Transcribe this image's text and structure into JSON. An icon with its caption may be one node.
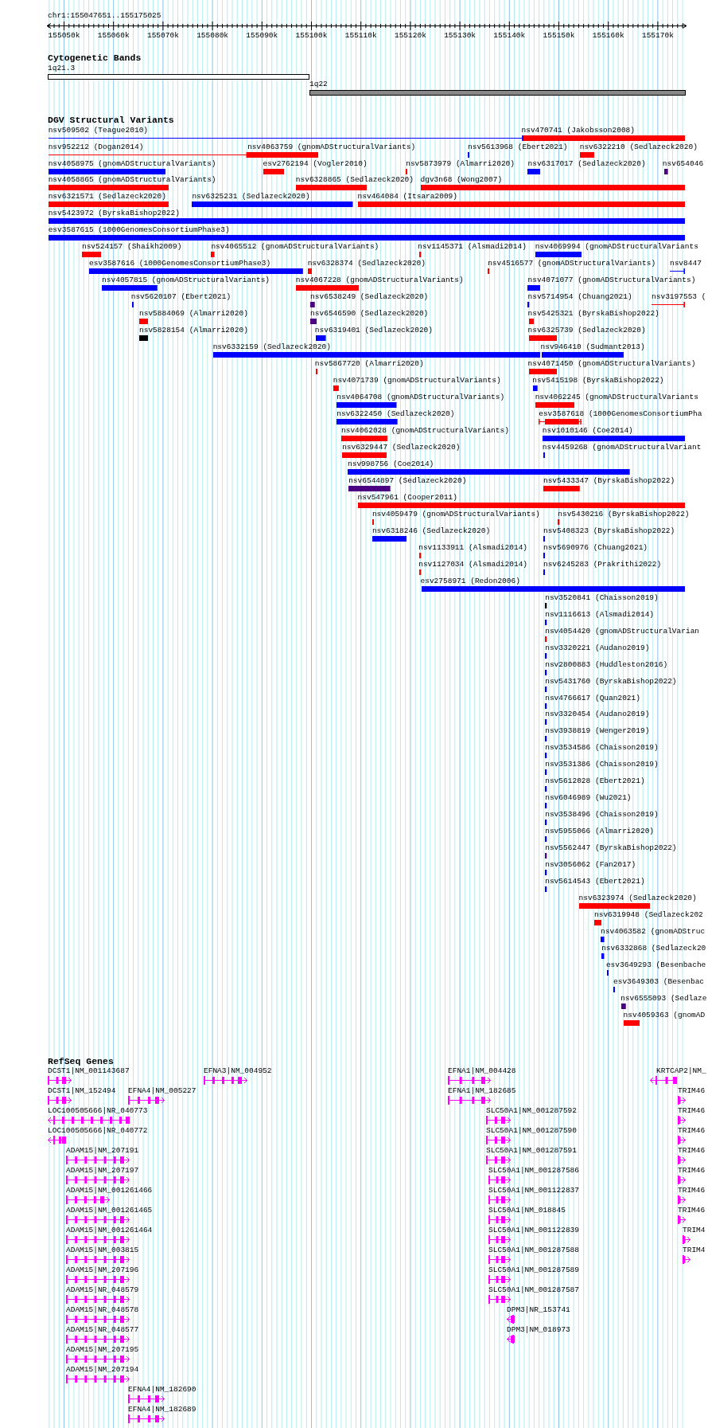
{
  "diagram": {
    "nodes": [
      {
        "text": [
          "1q21.3"
        ]
      },
      {
        "text": [
          "1q22"
        ]
      },
      {
        "text": [
          "nsv509502 (Teague2010)"
        ]
      },
      {
        "text": [
          "nsv470741 (Jakobsson2008)"
        ]
      },
      {
        "text": [
          "nsv952212 (Dogan2014)"
        ]
      },
      {
        "text": [
          "nsv4063759 (gnomADStructuralVariants)"
        ]
      },
      {
        "text": [
          "nsv5613968 (Ebert2021)"
        ]
      },
      {
        "text": [
          "nsv6322210 (Sedlazeck2020)"
        ]
      },
      {
        "text": [
          "nsv4058975 (gnomADStructuralVariants)"
        ]
      },
      {
        "text": [
          "esv2762194 (Vogler2010)"
        ]
      },
      {
        "text": [
          "nsv5873979 (Almarri2020)"
        ]
      },
      {
        "text": [
          "nsv6317017 (Sedlazeck2020)"
        ]
      },
      {
        "text": [
          "nsv654046"
        ]
      },
      {
        "text": [
          "nsv4058865 (gnomADStructuralVariants)"
        ]
      },
      {
        "text": [
          "nsv6328865 (Sedlazeck2020)"
        ]
      },
      {
        "text": [
          "dgv3n68 (Wong2007)"
        ]
      },
      {
        "text": [
          "nsv6321571 (Sedlazeck2020)"
        ]
      },
      {
        "text": [
          "nsv6325231 (Sedlazeck2020)"
        ]
      },
      {
        "text": [
          "nsv464084 (Itsara2009)"
        ]
      },
      {
        "text": [
          "nsv5423972 (ByrskaBishop2022)"
        ]
      },
      {
        "text": [
          "esv3587615 (1000GenomesConsortiumPhase3)"
        ]
      },
      {
        "text": [
          "nsv524157 (Shaikh2009)"
        ]
      },
      {
        "text": [
          "nsv4065512 (gnomADStructuralVariants)"
        ]
      },
      {
        "text": [
          "nsv1145371 (Alsmadi2014)"
        ]
      },
      {
        "text": [
          "nsv4069994 (gnomADStructuralVariants"
        ]
      },
      {
        "text": [
          "esv3587616 (1000GenomesConsortiumPhase3)"
        ]
      },
      {
        "text": [
          "nsv6328374 (Sedlazeck2020)"
        ]
      },
      {
        "text": [
          "nsv4516577 (gnomADStructuralVariants)"
        ]
      },
      {
        "text": [
          "nsv8447"
        ]
      },
      {
        "text": [
          "nsv4057815 (gnomADStructuralVariants)"
        ]
      },
      {
        "text": [
          "nsv4067228 (gnomADStructuralVariants)"
        ]
      },
      {
        "text": [
          "nsv4071077 (gnomADStructuralVariants)"
        ]
      },
      {
        "text": [
          "nsv5620107 (Ebert2021)"
        ]
      },
      {
        "text": [
          "nsv6538249 (Sedlazeck2020)"
        ]
      },
      {
        "text": [
          "nsv5714954 (Chuang2021)"
        ]
      },
      {
        "text": [
          "nsv3197553 ("
        ]
      },
      {
        "text": [
          "nsv5884069 (Almarri2020)"
        ]
      },
      {
        "text": [
          "nsv6546590 (Sedlazeck2020)"
        ]
      },
      {
        "text": [
          "nsv5425321 (ByrskaBishop2022)"
        ]
      },
      {
        "text": [
          "nsv5828154 (Almarri2020)"
        ]
      },
      {
        "text": [
          "nsv6319401 (Sedlazeck2020)"
        ]
      },
      {
        "text": [
          "nsv6325739 (Sedlazeck2020)"
        ]
      },
      {
        "text": [
          "nsv6332159 (Sedlazeck2020)"
        ]
      },
      {
        "text": [
          "nsv946410 (Sudmant2013)"
        ]
      },
      {
        "text": [
          "nsv5867720 (Almarri2020)"
        ]
      },
      {
        "text": [
          "nsv4071450 (gnomADStructuralVariants)"
        ]
      },
      {
        "text": [
          "nsv4071739 (gnomADStructuralVariants)"
        ]
      },
      {
        "text": [
          "nsv5415198 (ByrskaBishop2022)"
        ]
      },
      {
        "text": [
          "nsv4064708 (gnomADStructuralVariants)"
        ]
      },
      {
        "text": [
          "nsv4062245 (gnomADStructuralVariants"
        ]
      },
      {
        "text": [
          "nsv6322450 (Sedlazeck2020)"
        ]
      },
      {
        "text": [
          "esv3587618 (1000GenomesConsortiumPha"
        ]
      },
      {
        "text": [
          "nsv4062028 (gnomADStructuralVariants)"
        ]
      },
      {
        "text": [
          "nsv1010146 (Coe2014)"
        ]
      },
      {
        "text": [
          "nsv6329447 (Sedlazeck2020)"
        ]
      },
      {
        "text": [
          "nsv4459268 (gnomADStructuralVariant"
        ]
      },
      {
        "text": [
          "nsv998756 (Coe2014)"
        ]
      },
      {
        "text": [
          "nsv6544897 (Sedlazeck2020)"
        ]
      },
      {
        "text": [
          "nsv5433347 (ByrskaBishop2022)"
        ]
      },
      {
        "text": [
          "nsv547961 (Cooper2011)"
        ]
      },
      {
        "text": [
          "nsv4059479 (gnomADStructuralVariants)"
        ]
      },
      {
        "text": [
          "nsv5430216 (ByrskaBishop2022)"
        ]
      },
      {
        "text": [
          "nsv6318246 (Sedlazeck2020)"
        ]
      },
      {
        "text": [
          "nsv5408323 (ByrskaBishop2022)"
        ]
      },
      {
        "text": [
          "nsv1133911 (Alsmadi2014)"
        ]
      },
      {
        "text": [
          "nsv5690976 (Chuang2021)"
        ]
      },
      {
        "text": [
          "nsv1127034 (Alsmadi2014)"
        ]
      },
      {
        "text": [
          "nsv6245283 (Prakrithi2022)"
        ]
      },
      {
        "text": [
          "esv2758971 (Redon2006)"
        ]
      },
      {
        "text": [
          "nsv3520841 (Chaisson2019)"
        ]
      },
      {
        "text": [
          "nsv1116613 (Alsmadi2014)"
        ]
      },
      {
        "text": [
          "nsv4054420 (gnomADStructuralVarian"
        ]
      },
      {
        "text": [
          "nsv3320221 (Audano2019)"
        ]
      },
      {
        "text": [
          "nsv2800883 (Huddleston2016)"
        ]
      },
      {
        "text": [
          "nsv5431760 (ByrskaBishop2022)"
        ]
      },
      {
        "text": [
          "nsv4766617 (Quan2021)"
        ]
      },
      {
        "text": [
          "nsv3320454 (Audano2019)"
        ]
      },
      {
        "text": [
          "nsv3938819 (Wenger2019)"
        ]
      },
      {
        "text": [
          "nsv3534586 (Chaisson2019)"
        ]
      },
      {
        "text": [
          "nsv3531386 (Chaisson2019)"
        ]
      },
      {
        "text": [
          "nsv5612028 (Ebert2021)"
        ]
      },
      {
        "text": [
          "nsv6046989 (Wu2021)"
        ]
      },
      {
        "text": [
          "nsv3538496 (Chaisson2019)"
        ]
      },
      {
        "text": [
          "nsv5955066 (Almarri2020)"
        ]
      },
      {
        "text": [
          "nsv5562447 (ByrskaBishop2022)"
        ]
      },
      {
        "text": [
          "nsv3056062 (Fan2017)"
        ]
      },
      {
        "text": [
          "nsv5614543 (Ebert2021)"
        ]
      },
      {
        "text": [
          "nsv6323974 (Sedlazeck2020)"
        ]
      },
      {
        "text": [
          "nsv6319948 (Sedlazeck202"
        ]
      },
      {
        "text": [
          "nsv4063582 (gnomADStruc"
        ]
      },
      {
        "text": [
          "nsv6332868 (Sedlazeck20"
        ]
      },
      {
        "text": [
          "esv3649293 (Besenbache"
        ]
      },
      {
        "text": [
          "esv3649303 (Besenbac"
        ]
      },
      {
        "text": [
          "nsv6555093 (Sedlaze"
        ]
      },
      {
        "text": [
          "nsv4059363 (gnomAD"
        ]
      },
      {
        "text": [
          "DCST1|NM_001143687"
        ]
      },
      {
        "text": [
          "EFNA3|NM_004952"
        ]
      },
      {
        "text": [
          "EFNA1|NM_004428"
        ]
      },
      {
        "text": [
          "KRTCAP2|NM_"
        ]
      },
      {
        "text": [
          "DCST1|NM_152494"
        ]
      },
      {
        "text": [
          "EFNA4|NM_005227"
        ]
      },
      {
        "text": [
          "EFNA1|NM_182685"
        ]
      },
      {
        "text": [
          "TRIM46"
        ]
      },
      {
        "text": [
          "LOC100505666|NR_040773"
        ]
      },
      {
        "text": [
          "SLC50A1|NM_001287592"
        ]
      },
      {
        "text": [
          "TRIM46"
        ]
      },
      {
        "text": [
          "LOC100505666|NR_040772"
        ]
      },
      {
        "text": [
          "SLC50A1|NM_001287590"
        ]
      },
      {
        "text": [
          "TRIM46"
        ]
      },
      {
        "text": [
          "ADAM15|NM_207191"
        ]
      },
      {
        "text": [
          "SLC50A1|NM_001287591"
        ]
      },
      {
        "text": [
          "TRIM46"
        ]
      },
      {
        "text": [
          "ADAM15|NM_207197"
        ]
      },
      {
        "text": [
          "SLC50A1|NM_001287586"
        ]
      },
      {
        "text": [
          "TRIM46"
        ]
      },
      {
        "text": [
          "ADAM15|NM_001261466"
        ]
      },
      {
        "text": [
          "SLC50A1|NM_001122837"
        ]
      },
      {
        "text": [
          "TRIM46"
        ]
      },
      {
        "text": [
          "ADAM15|NM_001261465"
        ]
      },
      {
        "text": [
          "SLC50A1|NM_018845"
        ]
      },
      {
        "text": [
          "TRIM46"
        ]
      },
      {
        "text": [
          "ADAM15|NM_001261464"
        ]
      },
      {
        "text": [
          "SLC50A1|NM_001122839"
        ]
      },
      {
        "text": [
          "TRIM4"
        ]
      },
      {
        "text": [
          "ADAM15|NM_003815"
        ]
      },
      {
        "text": [
          "SLC50A1|NM_001287588"
        ]
      },
      {
        "text": [
          "TRIM4"
        ]
      },
      {
        "text": [
          "ADAM15|NM_207196"
        ]
      },
      {
        "text": [
          "SLC50A1|NM_001287589"
        ]
      },
      {
        "text": [
          "ADAM15|NR_048579"
        ]
      },
      {
        "text": [
          "SLC50A1|NM_001287587"
        ]
      },
      {
        "text": [
          "ADAM15|NR_048578"
        ]
      },
      {
        "text": [
          "DPM3|NR_153741"
        ]
      },
      {
        "text": [
          "ADAM15|NR_048577"
        ]
      },
      {
        "text": [
          "DPM3|NM_018973"
        ]
      },
      {
        "text": [
          "ADAM15|NM_207195"
        ]
      },
      {
        "text": [
          "ADAM15|NM_207194"
        ]
      },
      {
        "text": [
          "EFNA4|NM_182690"
        ]
      },
      {
        "text": [
          "EFNA4|NM_182689"
        ]
      }
    ],
    "labels": [
      "chr1:155047651..155175025",
      "155050k",
      "155060k",
      "155070k",
      "155080k",
      "155090k",
      "155100k",
      "155110k",
      "155120k",
      "155130k",
      "155140k",
      "155150k",
      "155160k",
      "155170k",
      "Cytogenetic Bands",
      "DGV Structural Variants",
      "RefSeq Genes"
    ]
  }
}
